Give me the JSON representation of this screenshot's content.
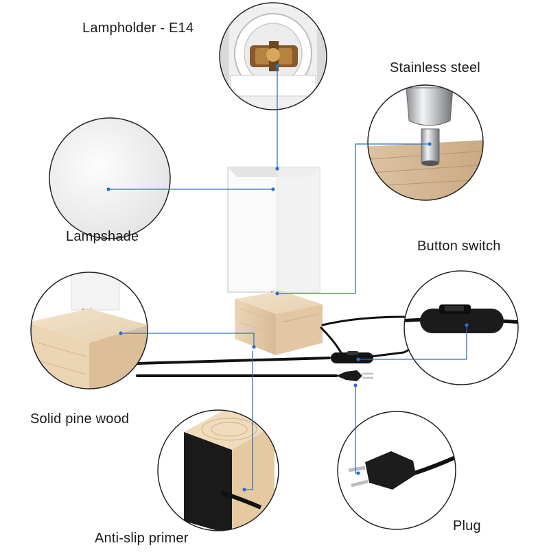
{
  "labels": {
    "lampholder": "Lampholder - E14",
    "stainless_steel": "Stainless steel",
    "lampshade": "Lampshade",
    "button_switch": "Button switch",
    "solid_pine_wood": "Solid pine wood",
    "anti_slip_primer": "Anti-slip primer",
    "plug": "Plug"
  },
  "colors": {
    "leader_line": "#2a72c8",
    "pine_light": "#efdcc2",
    "pine_dark": "#d9bd98",
    "shade_white": "#fbfbfb",
    "cable": "#111111",
    "steel": "#c7c9cc"
  }
}
